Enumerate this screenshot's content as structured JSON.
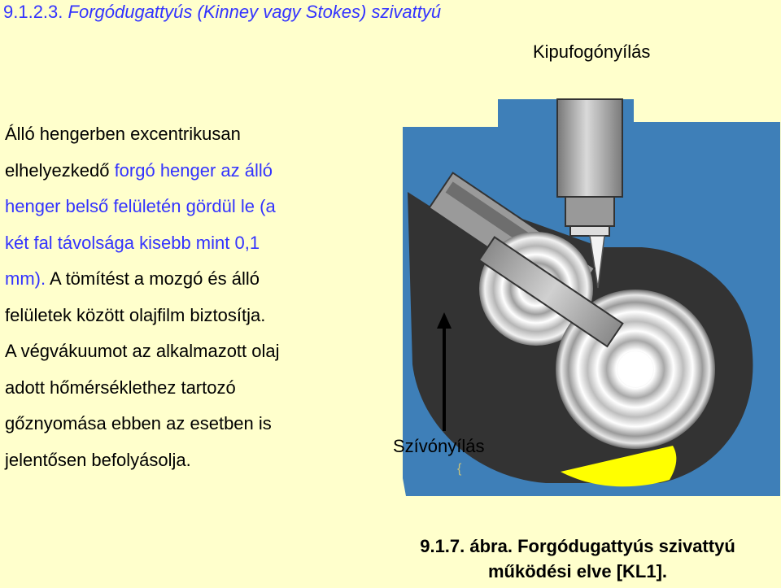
{
  "heading": {
    "number": "9.1.2.3.",
    "title": "Forgódugattyús (Kinney vagy Stokes) szivattyú"
  },
  "labels": {
    "exhaust": "Kipufogónyílás",
    "intake": "Szívónyílás",
    "stray_char": "{"
  },
  "body": {
    "l1": "Álló hengerben excentrikusan",
    "l2_black": "elhelyezkedő",
    "l2_blue": "forgó henger az álló",
    "l3": "henger belső felületén gördül le (a",
    "l4": "két fal távolsága kisebb mint 0,1",
    "l5_blue": "mm).",
    "l5_black": "A tömítést a mozgó és álló",
    "l6": "felületek között olajfilm biztosítja.",
    "l7": "A végvákuumot az alkalmazott olaj",
    "l8": "adott hőmérséklethez tartozó",
    "l9": "gőznyomása ebben az esetben is",
    "l10": "jelentősen befolyásolja."
  },
  "caption": {
    "line1": "9.1.7. ábra. Forgódugattyús szivattyú",
    "line2": "működési elve [KL1]."
  },
  "colors": {
    "title_blue": "#3333FF",
    "background": "#FFFFCC",
    "housing_blue": "#3E7FB8",
    "cavity_dark": "#333333",
    "oil_yellow": "#FFFF00"
  }
}
